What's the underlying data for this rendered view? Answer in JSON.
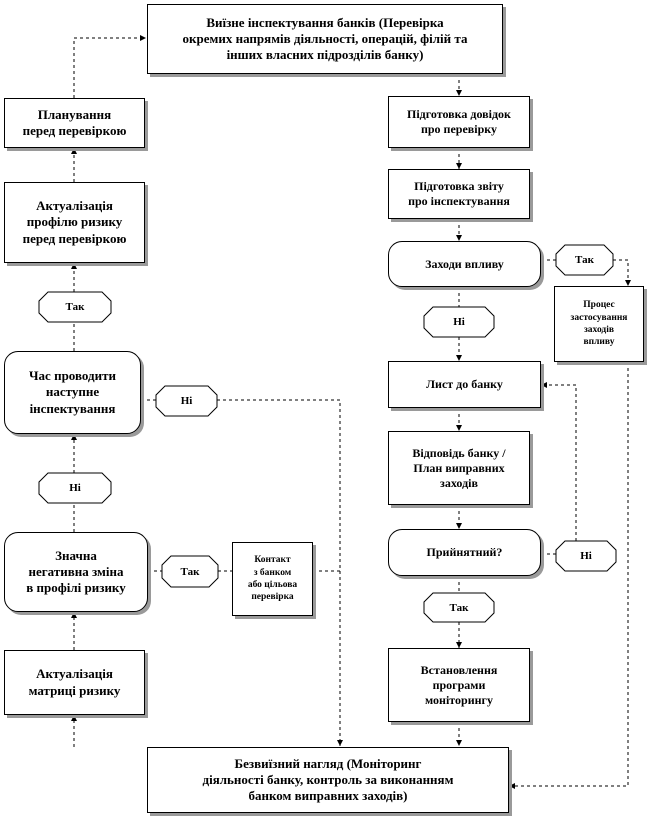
{
  "nodes": {
    "onsite_inspection": "Виїзне інспектування банків (Перевірка\nокремих напрямів діяльності,  операцій, філій  та\nінших  власних підрозділів  банку)",
    "planning": "Планування\nперед перевіркою",
    "risk_profile_update": "Актуалізація\nпрофілю ризику\nперед перевіркою",
    "time_to_inspect": "Час проводити\nнаступне\nінспектування",
    "significant_change": "Значна\nнегативна зміна\nв профілі ризику",
    "contact_bank": "Контакт\nз банком\nабо цільова\nперевірка",
    "risk_matrix_update": "Актуалізація\nматриці ризику",
    "offsite_supervision": "Безвиїзний нагляд (Моніторинг\nдіяльності банку, контроль за виконанням\nбанком виправних заходів)",
    "prepare_notes": "Підготовка довідок\nпро перевірку",
    "prepare_report": "Підготовка  звіту\nпро інспектування",
    "enforcement_measures": "Заходи впливу",
    "enforcement_process": "Процес\nзастосування\nзаходів\nвпливу",
    "letter_to_bank": "Лист до банку",
    "bank_response": "Відповідь  банку /\nПлан виправних\nзаходів",
    "acceptable": "Прийнятний?",
    "monitoring_program": "Встановлення\nпрограми\nмоніторингу"
  },
  "decisions": {
    "yes_time": "Так",
    "no_time": "Ні",
    "no_change": "Ні",
    "yes_change": "Так",
    "yes_enforcement": "Так",
    "no_enforcement": "Ні",
    "no_acceptable": "Ні",
    "yes_acceptable": "Так"
  },
  "colors": {
    "line": "#000000",
    "shadow": "#9a9a9a",
    "background": "#ffffff"
  }
}
